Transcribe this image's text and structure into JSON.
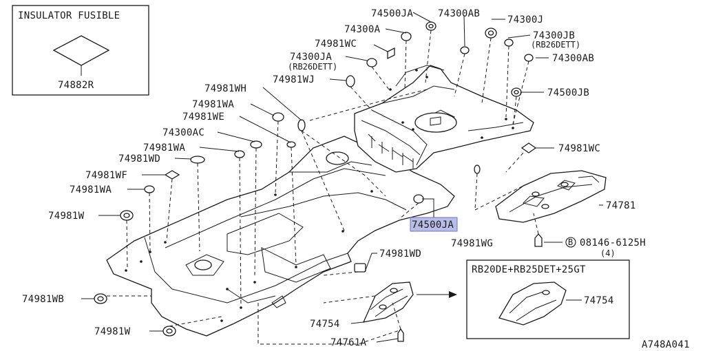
{
  "insulator_box": {
    "title": "INSULATOR FUSIBLE",
    "part": "74882R"
  },
  "variant_box": {
    "title": "RB20DE+RB25DET+25GT",
    "part": "74754"
  },
  "labels": {
    "l01": "74500JA",
    "l02": "74300AB",
    "l03": "74300J",
    "l04": "74300A",
    "l05": "74981WC",
    "l06": "74300JB",
    "l07": "(RB26DETT)",
    "l08": "74300JA",
    "l09": "(RB26DETT)",
    "l10": "74300AB",
    "l11": "74981WJ",
    "l12": "74981WH",
    "l13": "74500JB",
    "l14": "74981WA",
    "l15": "74981WE",
    "l16": "74300AC",
    "l17": "74981WC",
    "l18": "74981WA",
    "l19": "74981WD",
    "l20": "74981WF",
    "l21": "74981WA",
    "l22": "74781",
    "l23": "74981W",
    "l24": "74500JA",
    "l25": "74981WG",
    "l26": "08146-6125H",
    "l27": "(4)",
    "l28": "74981WD",
    "l29": "74981WB",
    "l30": "74754",
    "l31": "74981W",
    "l32": "74761A",
    "bolt_mark": "B"
  },
  "figure_code": "A748A041",
  "colors": {
    "line": "#1a1a1a",
    "highlight": "#b8bde8"
  }
}
